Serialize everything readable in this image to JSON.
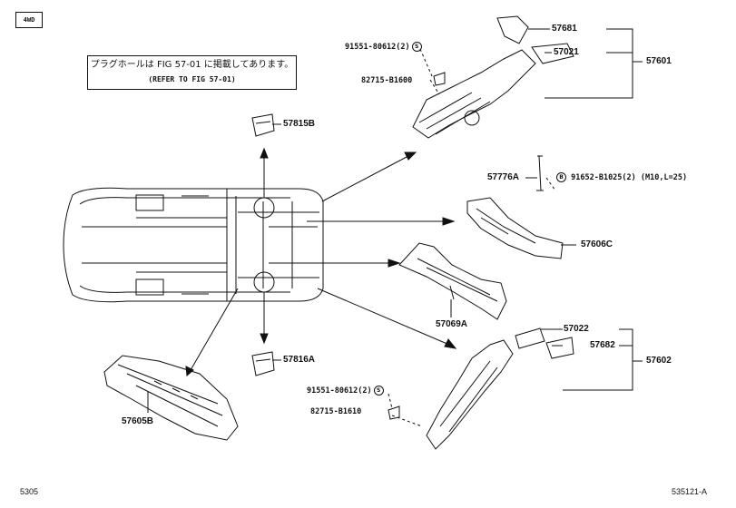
{
  "tag": "4WD",
  "note": {
    "line1": "プラグホールは FIG 57-01 に掲載してあります。",
    "line2": "(REFER TO FIG 57-01)"
  },
  "parts": {
    "p57681": "57681",
    "p57021": "57021",
    "p57601": "57601",
    "p91551_top": "91551-80612(2)",
    "p82715_top": "82715-B1600",
    "p57815B": "57815B",
    "p57776A": "57776A",
    "p91652": "91652-B1025(2)",
    "p91652_spec": "(M10,L=25)",
    "p57606C": "57606C",
    "p57069A": "57069A",
    "p57022": "57022",
    "p57682": "57682",
    "p57602": "57602",
    "p57816A": "57816A",
    "p91551_bot": "91551-80612(2)",
    "p82715_bot": "82715-B1610",
    "p57605B": "57605B"
  },
  "markers": {
    "s": "S",
    "b": "B"
  },
  "footer": {
    "left": "5305",
    "right": "535121-A"
  }
}
